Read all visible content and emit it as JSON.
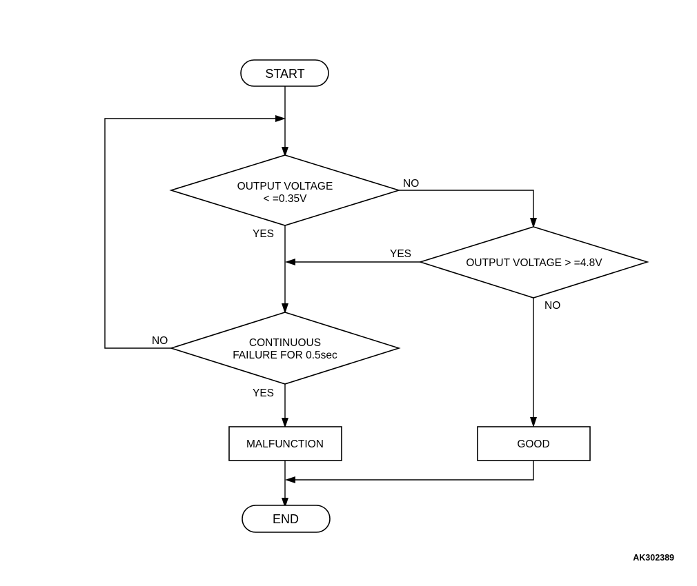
{
  "nodes": {
    "start": "START",
    "decision1": [
      "OUTPUT VOLTAGE",
      "< =0.35V"
    ],
    "decision2": "OUTPUT VOLTAGE > =4.8V",
    "decision3": [
      "CONTINUOUS",
      "FAILURE FOR 0.5sec"
    ],
    "malfunction": "MALFUNCTION",
    "good": "GOOD",
    "end": "END"
  },
  "edge_labels": {
    "d1_no": "NO",
    "d1_yes": "YES",
    "d2_yes": "YES",
    "d2_no": "NO",
    "d3_no": "NO",
    "d3_yes": "YES"
  },
  "figure_code": "AK302389"
}
